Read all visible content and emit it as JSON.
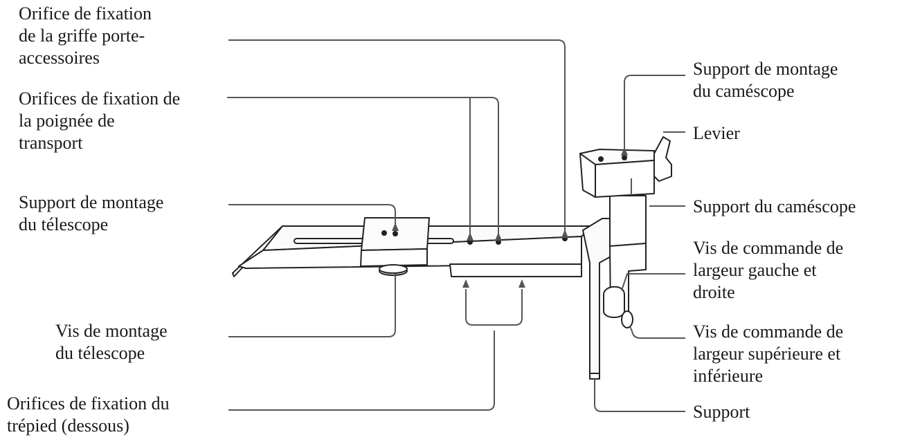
{
  "diagram": {
    "labels": {
      "griffe": [
        "Orifice de fixation",
        "de la griffe porte-",
        "accessoires"
      ],
      "poignee": [
        "Orifices de fixation de",
        "la poignée de",
        "transport"
      ],
      "support_telescope": [
        "Support de montage",
        "du télescope"
      ],
      "vis_telescope": [
        "Vis de montage",
        "du télescope"
      ],
      "trepied": [
        "Orifices de fixation du",
        "trépied (dessous)"
      ],
      "support_camescope": [
        "Support de montage",
        "du caméscope"
      ],
      "levier": [
        "Levier"
      ],
      "support_du_camescope": [
        "Support du caméscope"
      ],
      "vis_gauche_droite": [
        "Vis de commande de",
        "largeur gauche et",
        "droite"
      ],
      "vis_sup_inf": [
        "Vis de commande de",
        "largeur supérieure et",
        "inférieure"
      ],
      "support": [
        "Support"
      ]
    }
  }
}
